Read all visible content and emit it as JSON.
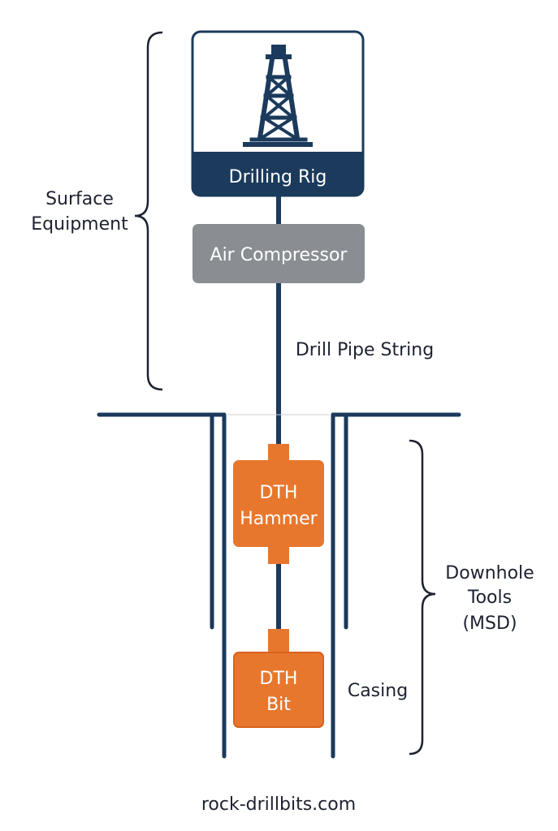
{
  "labels": {
    "surface_equipment": [
      "Surface",
      "Equipment"
    ],
    "drilling_rig": "Drilling Rig",
    "air_compressor": "Air Compressor",
    "drill_pipe_string": "Drill Pipe String",
    "dth_hammer": [
      "DTH",
      "Hammer"
    ],
    "dth_bit": [
      "DTH",
      "Bit"
    ],
    "downhole_tools": [
      "Downhole",
      "Tools",
      "(MSD)"
    ],
    "casing": "Casing",
    "source": "rock-drillbits.com"
  },
  "colors": {
    "navy": "#1b3a5c",
    "grey": "#8a8e93",
    "orange": "#e8772e",
    "bracket": "#1d2230"
  },
  "icons": {
    "rig": "derrick-icon"
  }
}
